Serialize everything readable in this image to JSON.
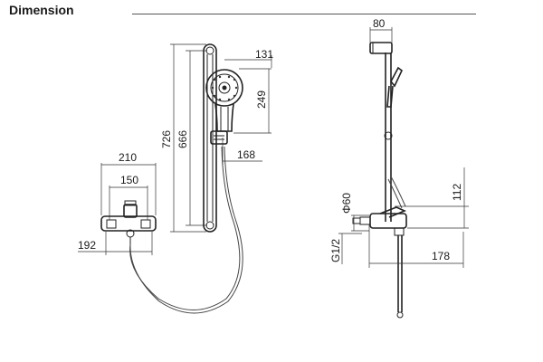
{
  "title": "Dimension",
  "dims": {
    "d80": "80",
    "d131": "131",
    "d249": "249",
    "d726": "726",
    "d666": "666",
    "d168": "168",
    "d210": "210",
    "d150": "150",
    "d192": "192",
    "d112": "112",
    "phi60": "Φ60",
    "g12": "G1/2",
    "d178": "178"
  }
}
